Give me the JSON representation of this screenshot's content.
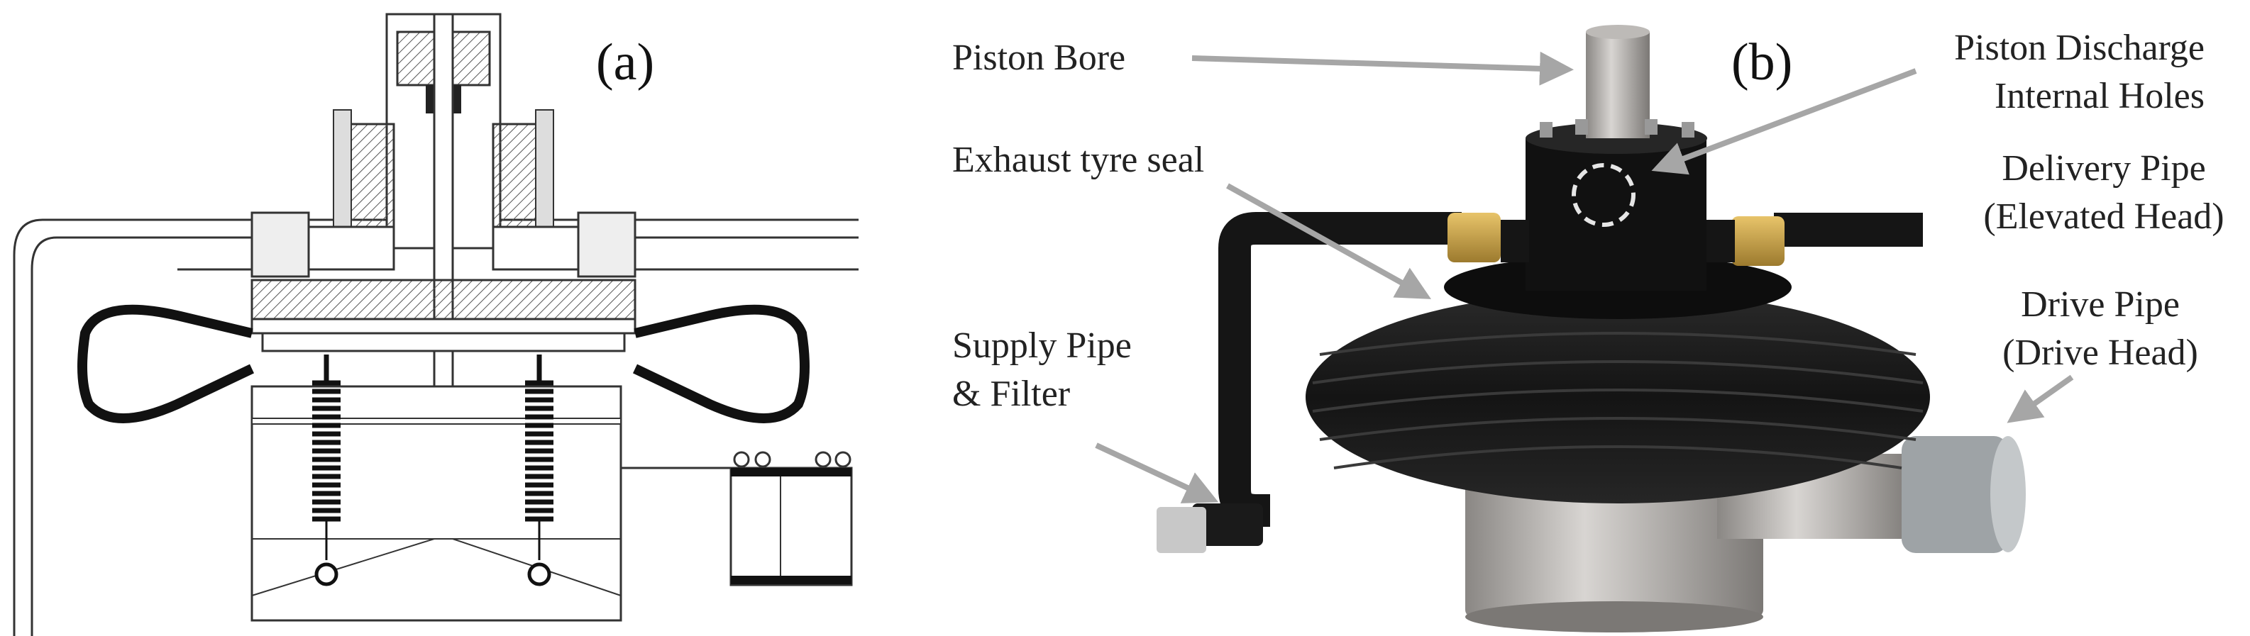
{
  "panels": {
    "a": {
      "tag": "(a)"
    },
    "b": {
      "tag": "(b)"
    }
  },
  "labels": {
    "piston_bore": "Piston Bore",
    "piston_discharge_1": "Piston Discharge",
    "piston_discharge_2": "Internal Holes",
    "exhaust_tyre_seal": "Exhaust tyre seal",
    "delivery_pipe_1": "Delivery Pipe",
    "delivery_pipe_2": "(Elevated Head)",
    "supply_pipe_1": "Supply Pipe",
    "supply_pipe_2": "& Filter",
    "drive_pipe_1": "Drive Pipe",
    "drive_pipe_2": "(Drive Head)"
  },
  "colors": {
    "arrow": "#a6a6a6",
    "line": "#333333",
    "tyre": "#1c1c1c",
    "brass": "#c9a24a",
    "steel": "#b9b6b2"
  }
}
